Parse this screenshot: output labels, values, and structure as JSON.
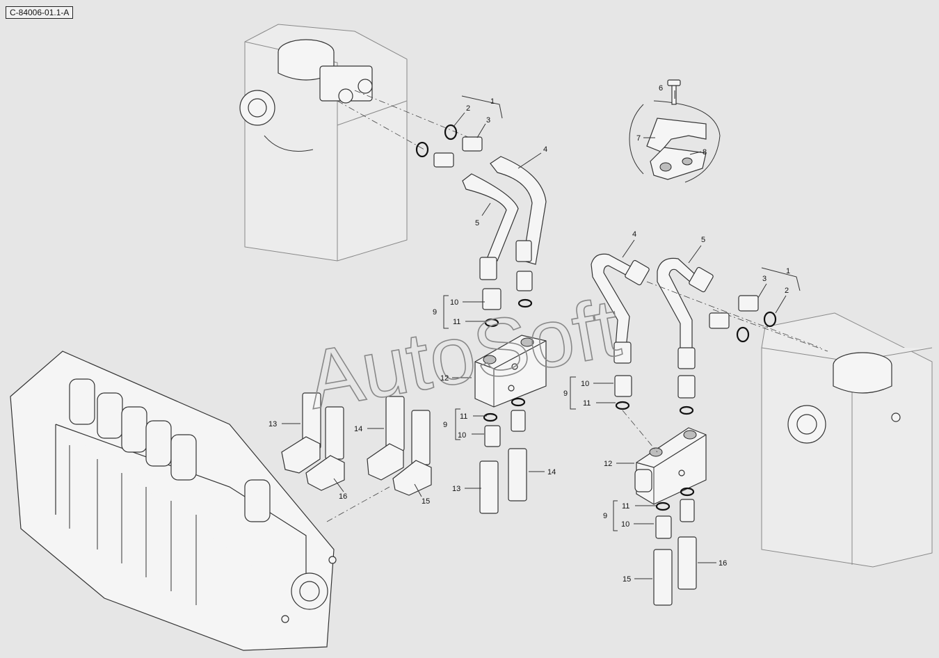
{
  "reference_code": "C-84006-01.1-A",
  "watermark": "AutoSoft",
  "callouts": {
    "n1": "1",
    "n2": "2",
    "n3": "3",
    "n4": "4",
    "n5": "5",
    "n6": "6",
    "n7": "7",
    "n8": "8",
    "n9": "9",
    "n10": "10",
    "n11": "11",
    "n12": "12",
    "n13": "13",
    "n14": "14",
    "n15": "15",
    "n16": "16"
  },
  "colors": {
    "background": "#e6e6e6",
    "lines": "#333333",
    "watermark": "#888888"
  }
}
